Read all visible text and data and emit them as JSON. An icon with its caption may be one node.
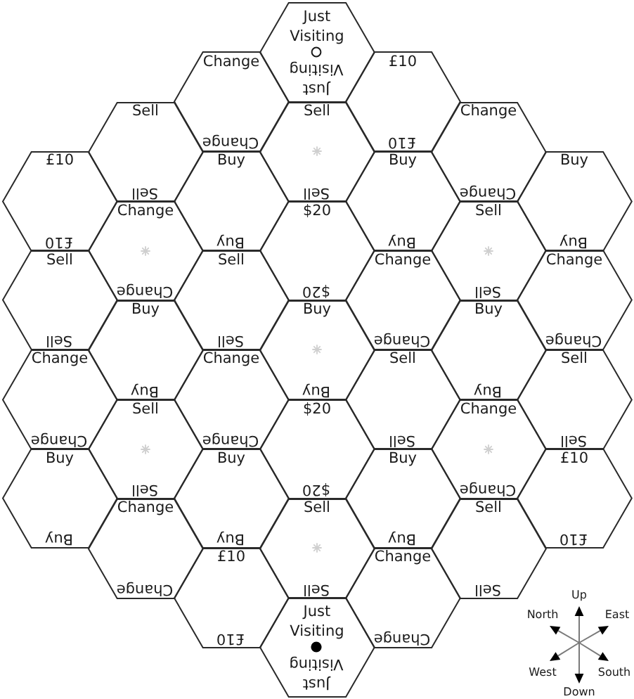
{
  "diagram": {
    "nodes": [
      {
        "text": [
          "Just Visiting",
          "Just Visiting"
        ]
      },
      {
        "text": [
          "Change",
          "Change"
        ]
      },
      {
        "text": [
          "£10",
          "£10"
        ]
      },
      {
        "text": [
          "Sell",
          "Sell"
        ]
      },
      {
        "text": [
          "Sell",
          "Sell"
        ]
      },
      {
        "text": [
          "Change",
          "Change"
        ]
      },
      {
        "text": [
          "£10",
          "£10"
        ]
      },
      {
        "text": [
          "Buy",
          "Buy"
        ]
      },
      {
        "text": [
          "Buy",
          "Buy"
        ]
      },
      {
        "text": [
          "Buy",
          "Buy"
        ]
      },
      {
        "text": [
          "Change",
          "Change"
        ]
      },
      {
        "text": [
          "$20",
          "$20"
        ]
      },
      {
        "text": [
          "Sell",
          "Sell"
        ]
      },
      {
        "text": [
          "Sell",
          "Sell"
        ]
      },
      {
        "text": [
          "Sell",
          "Sell"
        ]
      },
      {
        "text": [
          "Change",
          "Change"
        ]
      },
      {
        "text": [
          "Change",
          "Change"
        ]
      },
      {
        "text": [
          "Buy",
          "Buy"
        ]
      },
      {
        "text": [
          "Buy",
          "Buy"
        ]
      },
      {
        "text": [
          "Buy",
          "Buy"
        ]
      },
      {
        "text": [
          "Change",
          "Change"
        ]
      },
      {
        "text": [
          "Change",
          "Change"
        ]
      },
      {
        "text": [
          "Sell",
          "Sell"
        ]
      },
      {
        "text": [
          "Sell",
          "Sell"
        ]
      },
      {
        "text": [
          "Sell",
          "Sell"
        ]
      },
      {
        "text": [
          "$20",
          "$20"
        ]
      },
      {
        "text": [
          "Change",
          "Change"
        ]
      },
      {
        "text": [
          "Buy",
          "Buy"
        ]
      },
      {
        "text": [
          "Buy",
          "Buy"
        ]
      },
      {
        "text": [
          "Buy",
          "Buy"
        ]
      },
      {
        "text": [
          "£10",
          "£10"
        ]
      },
      {
        "text": [
          "Change",
          "Change"
        ]
      },
      {
        "text": [
          "Sell",
          "Sell"
        ]
      },
      {
        "text": [
          "Sell",
          "Sell"
        ]
      },
      {
        "text": [
          "£10",
          "£10"
        ]
      },
      {
        "text": [
          "Change",
          "Change"
        ]
      },
      {
        "text": [
          "Just Visiting",
          "Just Visiting"
        ]
      }
    ],
    "labels": [
      "Up",
      "North",
      "East",
      "West",
      "South",
      "Down"
    ]
  }
}
